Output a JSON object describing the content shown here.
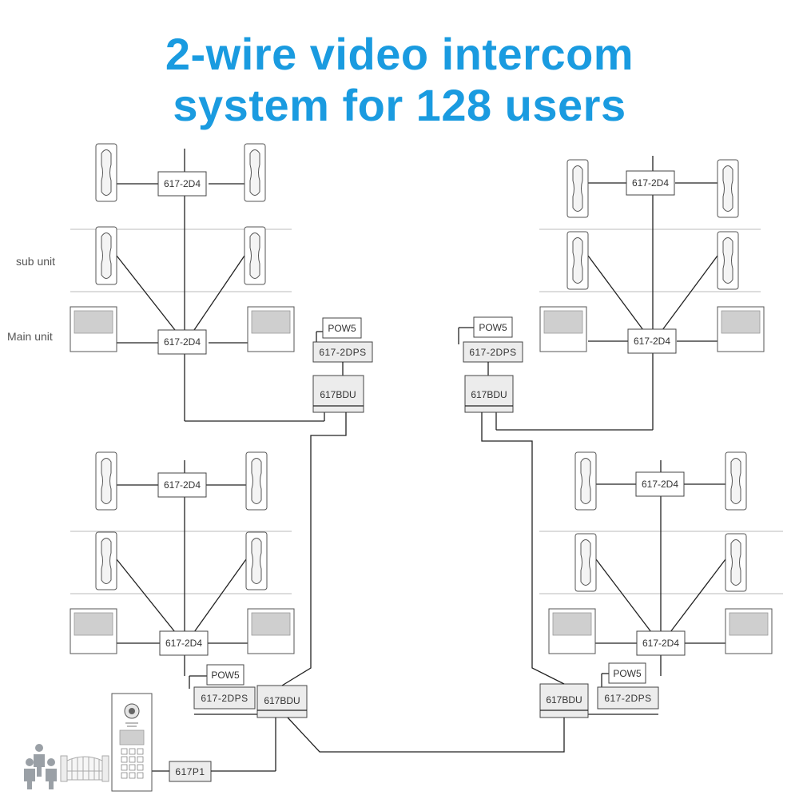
{
  "title": {
    "line1": "2-wire video intercom",
    "line2": "system for 128 users"
  },
  "side_labels": {
    "sub_unit": "sub unit",
    "main_unit": "Main unit"
  },
  "device_labels": {
    "distributor": "617-2D4",
    "power_supply": "POW5",
    "power_module": "617-2DPS",
    "bus_distributor": "617BDU",
    "door_panel_module": "617P1"
  },
  "colors": {
    "title": "#1a9be0",
    "lines": "#222222",
    "screen": "#cfcfcf"
  },
  "icons": [
    "handset-icon",
    "indoor-monitor-icon",
    "door-station-icon",
    "people-icon",
    "gate-icon"
  ]
}
